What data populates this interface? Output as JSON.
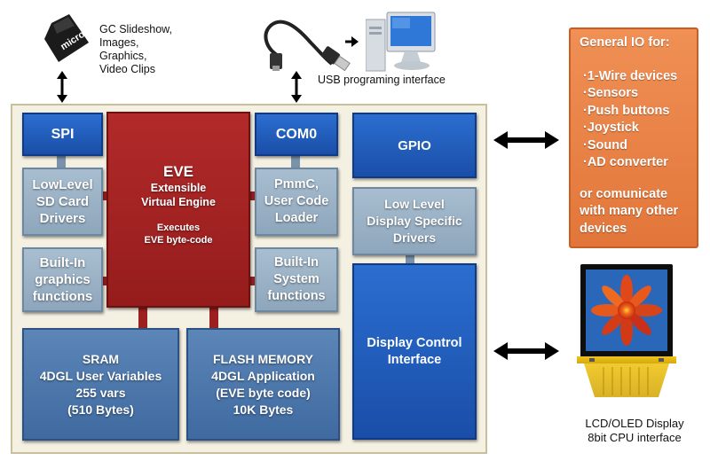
{
  "sd_caption": [
    "GC Slideshow,",
    "Images,",
    "Graphics,",
    "Video Clips"
  ],
  "usb_caption": "USB programing interface",
  "sd_card_label": "micro SD",
  "spi": "SPI",
  "lowlevel_sd": [
    "LowLevel",
    "SD Card",
    "Drivers"
  ],
  "builtin_graphics": [
    "Built-In",
    "graphics",
    "functions"
  ],
  "eve": {
    "title": "EVE",
    "subtitle": [
      "Extensible",
      "Virtual Engine"
    ],
    "note": [
      "Executes",
      "EVE byte-code"
    ]
  },
  "com0": "COM0",
  "pmmc": [
    "PmmC,",
    "User Code",
    "Loader"
  ],
  "builtin_system": [
    "Built-In",
    "System",
    "functions"
  ],
  "gpio": "GPIO",
  "lowlevel_display": [
    "Low Level",
    "Display Specific",
    "Drivers"
  ],
  "display_control": [
    "Display Control",
    "Interface"
  ],
  "sram": [
    "SRAM",
    "4DGL User Variables",
    "255 vars",
    "(510 Bytes)"
  ],
  "flash": [
    "FLASH MEMORY",
    "4DGL Application",
    "(EVE byte code)",
    "10K Bytes"
  ],
  "general_io": {
    "title": "General IO for:",
    "items": [
      "·1-Wire devices",
      "·Sensors",
      "·Push buttons",
      "·Joystick",
      "·Sound",
      "·AD converter"
    ],
    "footer": [
      "or comunicate",
      "with many other",
      "devices"
    ]
  },
  "display_caption": [
    "LCD/OLED Display",
    "8bit CPU interface"
  ],
  "colors": {
    "dark_blue": "#1f5bbb",
    "gray_blue": "#9db4c8",
    "steel_blue": "#4b77ad",
    "eve_red": "#a62424",
    "orange": "#e8803f",
    "panel": "#f4f0e2"
  }
}
